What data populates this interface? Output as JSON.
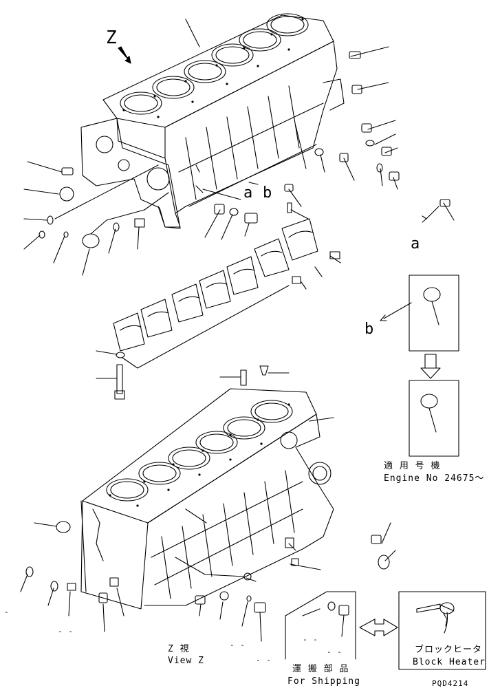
{
  "labels": {
    "z": "Z",
    "a_upper": "a",
    "b_upper": "b",
    "a_detail": "a",
    "b_detail": "b",
    "applicable_jp": "適 用 号 機",
    "engine_no": "Engine No 24675～",
    "view_z_jp": "Z  視",
    "view_z_en": "View Z",
    "shipping_jp": "運 搬 部 品",
    "shipping_en": "For Shipping",
    "block_heater_jp": "ブロックヒータ",
    "block_heater_en": "Block Heater",
    "drawing_code": "PQD4214",
    "dash_left": "-",
    "dash_bottom": "- -",
    "dash_mid1": "- -",
    "dash_mid2": "- -",
    "dash_ship1": "- -",
    "dash_ship2": "- -"
  }
}
